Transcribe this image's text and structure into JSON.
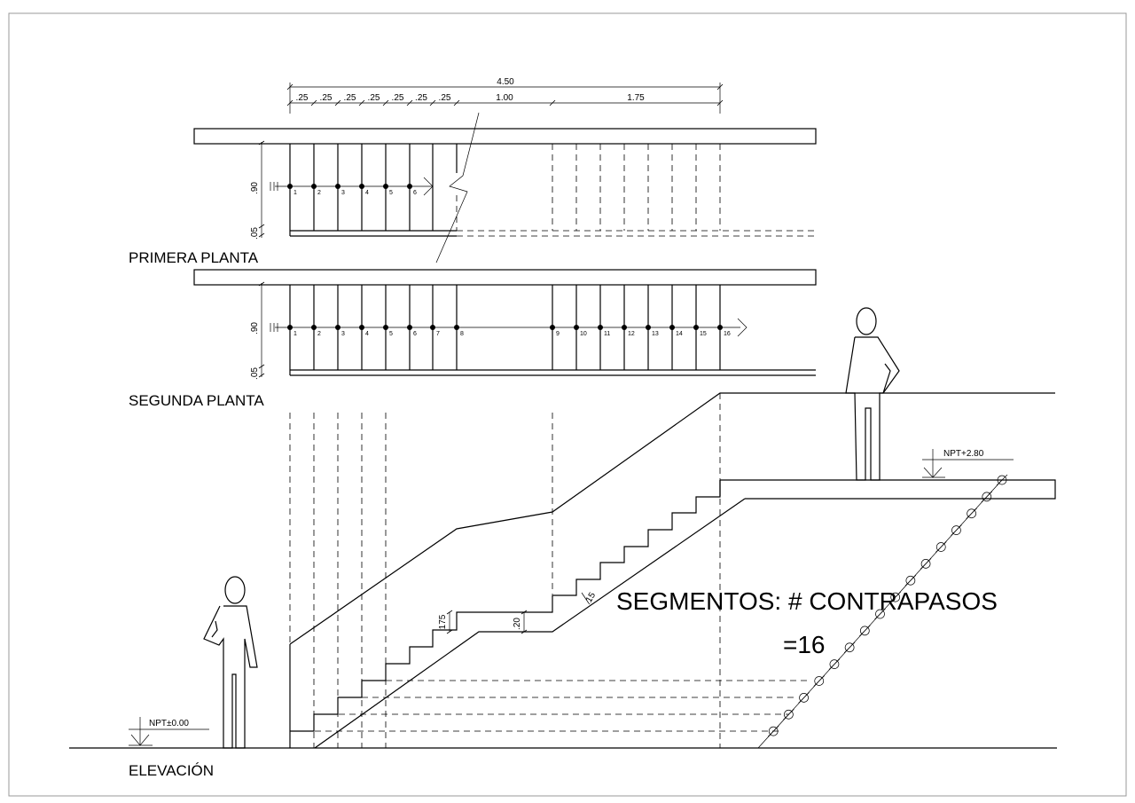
{
  "labels": {
    "primera_planta": "PRIMERA PLANTA",
    "segunda_planta": "SEGUNDA PLANTA",
    "elevacion": "ELEVACIÓN",
    "npt_bottom": "NPT±0.00",
    "npt_top": "NPT+2.80",
    "segmentos_line1": "SEGMENTOS: # CONTRAPASOS",
    "segmentos_line2": "=16"
  },
  "dimensions": {
    "total": "4.50",
    "tread": ".25",
    "landing": "1.00",
    "upper_run": "1.75",
    "width": ".90",
    "railing": ".05",
    "riser_175": "175",
    "riser_20": ".20",
    "riser_15": ".15"
  },
  "steps_first": [
    "1",
    "2",
    "3",
    "4",
    "5",
    "6"
  ],
  "steps_second": [
    "1",
    "2",
    "3",
    "4",
    "5",
    "6",
    "7",
    "8",
    "9",
    "10",
    "11",
    "12",
    "13",
    "14",
    "15",
    "16"
  ]
}
